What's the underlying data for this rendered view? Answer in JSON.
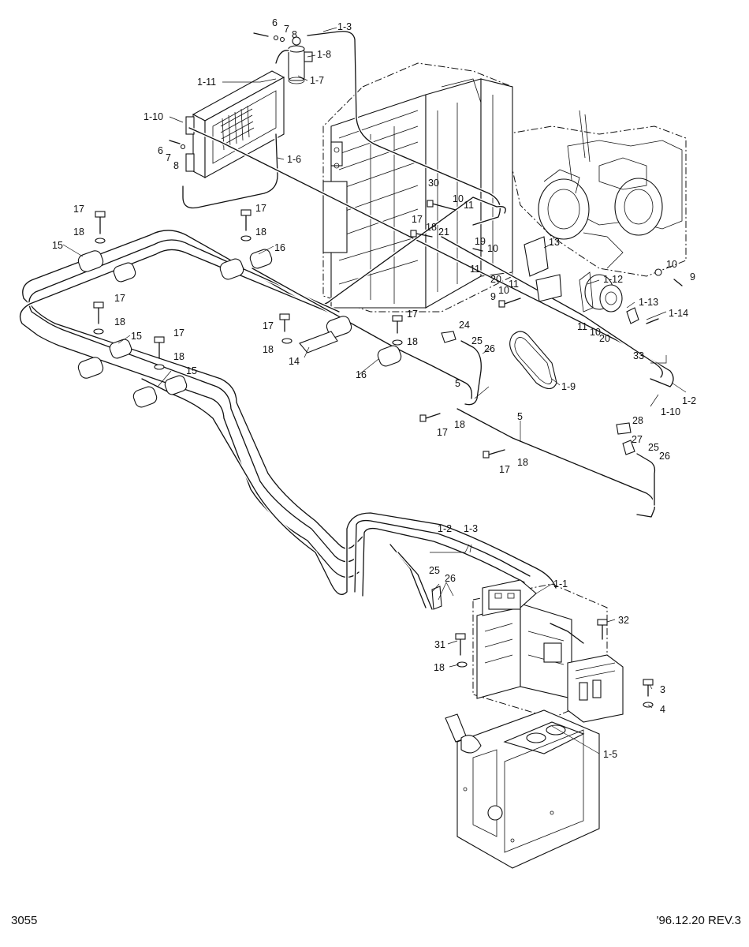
{
  "callouts": [
    {
      "id": "c6a",
      "text": "6"
    },
    {
      "id": "c7a",
      "text": "7"
    },
    {
      "id": "c8a",
      "text": "8"
    },
    {
      "id": "c1_3a",
      "text": "1-3"
    },
    {
      "id": "c1_8",
      "text": "1-8"
    },
    {
      "id": "c1_7",
      "text": "1-7"
    },
    {
      "id": "c1_11",
      "text": "1-11"
    },
    {
      "id": "c1_10a",
      "text": "1-10"
    },
    {
      "id": "c6b",
      "text": "6"
    },
    {
      "id": "c7b",
      "text": "7"
    },
    {
      "id": "c8b",
      "text": "8"
    },
    {
      "id": "c1_6",
      "text": "1-6"
    },
    {
      "id": "c17a",
      "text": "17"
    },
    {
      "id": "c17b",
      "text": "17"
    },
    {
      "id": "c18a",
      "text": "18"
    },
    {
      "id": "c18b",
      "text": "18"
    },
    {
      "id": "c15a",
      "text": "15"
    },
    {
      "id": "c16a",
      "text": "16"
    },
    {
      "id": "c17c",
      "text": "17"
    },
    {
      "id": "c18c",
      "text": "18"
    },
    {
      "id": "c15b",
      "text": "15"
    },
    {
      "id": "c17d",
      "text": "17"
    },
    {
      "id": "c18d",
      "text": "18"
    },
    {
      "id": "c15c",
      "text": "15"
    },
    {
      "id": "c17e",
      "text": "17"
    },
    {
      "id": "c18e",
      "text": "18"
    },
    {
      "id": "c14",
      "text": "14"
    },
    {
      "id": "c17f",
      "text": "17"
    },
    {
      "id": "c18f",
      "text": "18"
    },
    {
      "id": "c16b",
      "text": "16"
    },
    {
      "id": "c30",
      "text": "30"
    },
    {
      "id": "c10a",
      "text": "10"
    },
    {
      "id": "c11a",
      "text": "11"
    },
    {
      "id": "c17g",
      "text": "17"
    },
    {
      "id": "c18g",
      "text": "18"
    },
    {
      "id": "c21",
      "text": "21"
    },
    {
      "id": "c19",
      "text": "19"
    },
    {
      "id": "c10b",
      "text": "10"
    },
    {
      "id": "c11b",
      "text": "11"
    },
    {
      "id": "c20a",
      "text": "20"
    },
    {
      "id": "c13",
      "text": "13"
    },
    {
      "id": "c9a",
      "text": "9"
    },
    {
      "id": "c10c",
      "text": "10"
    },
    {
      "id": "c11c",
      "text": "11"
    },
    {
      "id": "c1_12",
      "text": "1-12"
    },
    {
      "id": "c10d",
      "text": "10"
    },
    {
      "id": "c9b",
      "text": "9"
    },
    {
      "id": "c1_13",
      "text": "1-13"
    },
    {
      "id": "c1_14",
      "text": "1-14"
    },
    {
      "id": "c11d",
      "text": "11"
    },
    {
      "id": "c10e",
      "text": "10"
    },
    {
      "id": "c20b",
      "text": "20"
    },
    {
      "id": "c33",
      "text": "33"
    },
    {
      "id": "c1_2a",
      "text": "1-2"
    },
    {
      "id": "c1_10b",
      "text": "1-10"
    },
    {
      "id": "c1_9",
      "text": "1-9"
    },
    {
      "id": "c24",
      "text": "24"
    },
    {
      "id": "c25a",
      "text": "25"
    },
    {
      "id": "c26a",
      "text": "26"
    },
    {
      "id": "c5a",
      "text": "5"
    },
    {
      "id": "c17h",
      "text": "17"
    },
    {
      "id": "c18h",
      "text": "18"
    },
    {
      "id": "c5b",
      "text": "5"
    },
    {
      "id": "c17i",
      "text": "17"
    },
    {
      "id": "c18i",
      "text": "18"
    },
    {
      "id": "c28",
      "text": "28"
    },
    {
      "id": "c27",
      "text": "27"
    },
    {
      "id": "c25b",
      "text": "25"
    },
    {
      "id": "c26b",
      "text": "26"
    },
    {
      "id": "c1_2b",
      "text": "1-2"
    },
    {
      "id": "c1_3b",
      "text": "1-3"
    },
    {
      "id": "c25c",
      "text": "25"
    },
    {
      "id": "c26c",
      "text": "26"
    },
    {
      "id": "c1_1",
      "text": "1-1"
    },
    {
      "id": "c32",
      "text": "32"
    },
    {
      "id": "c31",
      "text": "31"
    },
    {
      "id": "c18j",
      "text": "18"
    },
    {
      "id": "c3",
      "text": "3"
    },
    {
      "id": "c4",
      "text": "4"
    },
    {
      "id": "c1_5",
      "text": "1-5"
    }
  ],
  "footer": {
    "page_number": "3055",
    "revision": "'96.12.20  REV.3"
  }
}
